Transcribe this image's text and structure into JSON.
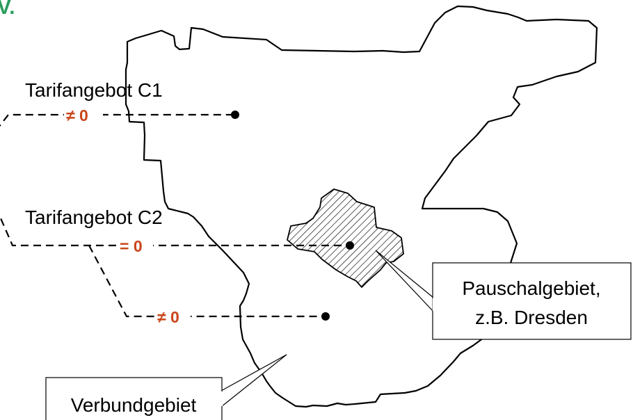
{
  "corner_mark": "V.",
  "offers": [
    {
      "title": "Tarifangebot C1",
      "value_label": "≠ 0"
    },
    {
      "title": "Tarifangebot C2",
      "value_label": "= 0"
    },
    {
      "title": "",
      "value_label": "≠ 0"
    }
  ],
  "callouts": {
    "flat_rate_area_line1": "Pauschalgebiet,",
    "flat_rate_area_line2": "z.B. Dresden",
    "network_area": "Verbundgebiet"
  },
  "colors": {
    "value_label": "#c8461a",
    "corner_mark": "#2a9d5c",
    "lines": "#000000"
  }
}
